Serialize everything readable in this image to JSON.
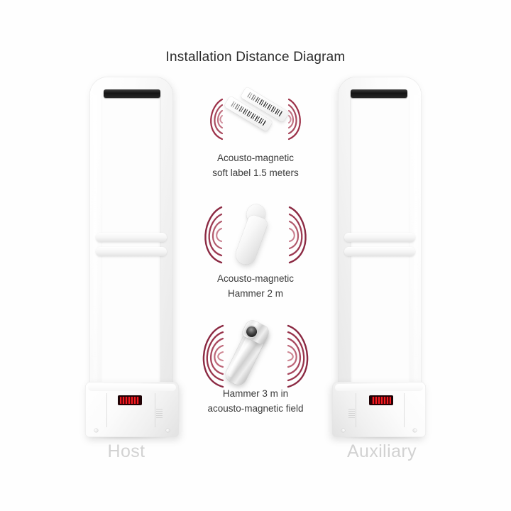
{
  "page": {
    "title": "Installation Distance Diagram",
    "background_color": "#fefefe"
  },
  "colors": {
    "title_text": "#2b2b2b",
    "label_text": "#3a3a3a",
    "caption_text": "#d2d2d2",
    "wave_dark": "#8b2942",
    "wave_light": "#d9a6b5",
    "pedestal_white": "#f4f4f4",
    "sensor_strip_black": "#141414",
    "led_red": "#ff1b22"
  },
  "pedestals": [
    {
      "id": "host",
      "caption": "Host",
      "icon": "eas-antenna-pedestal",
      "side": "left"
    },
    {
      "id": "auxiliary",
      "caption": "Auxiliary",
      "icon": "eas-antenna-pedestal",
      "side": "right"
    }
  ],
  "detection_items": [
    {
      "id": "soft-label",
      "icon": "acousto-magnetic-soft-label",
      "label_lines": [
        "Acousto-magnetic",
        "soft label 1.5 meters"
      ],
      "distance": "1.5 meters",
      "wave_count": 4
    },
    {
      "id": "hammer-2m",
      "icon": "acousto-magnetic-hammer-detacher",
      "label_lines": [
        "Acousto-magnetic",
        "Hammer 2 m"
      ],
      "distance": "2 m",
      "wave_count": 4
    },
    {
      "id": "hammer-3m",
      "icon": "metal-hammer-detacher",
      "label_lines": [
        "Hammer 3 m in",
        "acousto-magnetic field"
      ],
      "distance": "3 m",
      "wave_count": 5
    }
  ]
}
